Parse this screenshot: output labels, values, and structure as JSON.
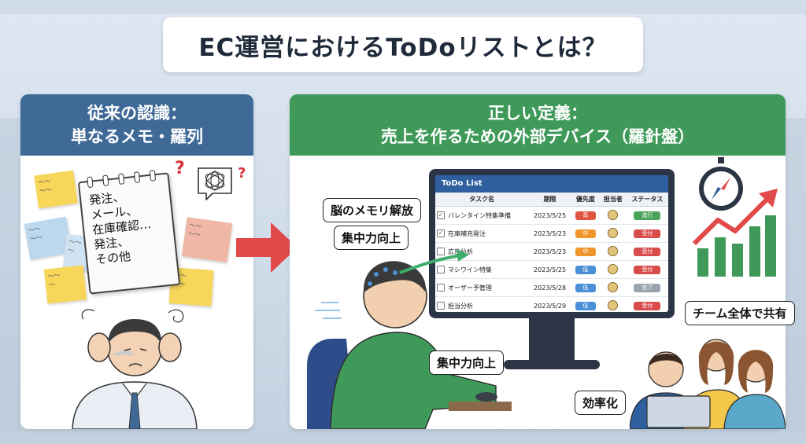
{
  "title": "EC運営におけるToDoリストとは？",
  "left_panel": {
    "heading_line1": "従来の認識：",
    "heading_line2": "単なるメモ・羅列",
    "memo_lines": [
      "発注、",
      "メール、",
      "在庫確認…",
      "発注、",
      "その他"
    ]
  },
  "right_panel": {
    "heading_line1": "正しい定義：",
    "heading_line2": "売上を作るための外部デバイス（羅針盤）",
    "callouts": {
      "memory": "脳のメモリ解放",
      "focus_top": "集中力向上",
      "focus_bottom": "集中力向上",
      "team": "チーム全体で共有",
      "efficiency": "効率化"
    },
    "todo": {
      "title": "ToDo List",
      "columns": [
        "タスク名",
        "期限",
        "優先度",
        "担当者",
        "ステータス"
      ],
      "rows": [
        {
          "task": "バレンタイン特集準備",
          "due": "2023/5/25",
          "priority": "高",
          "status": "進行",
          "checked": true,
          "pcolor": "#e0533d",
          "scolor": "#4aa35a"
        },
        {
          "task": "在庫補充発注",
          "due": "2023/5/23",
          "priority": "中",
          "status": "受付",
          "checked": true,
          "pcolor": "#f0962e",
          "scolor": "#d94c4c"
        },
        {
          "task": "広告分析",
          "due": "2023/5/23",
          "priority": "中",
          "status": "受付",
          "checked": false,
          "pcolor": "#f0962e",
          "scolor": "#d94c4c"
        },
        {
          "task": "マシワイン特集",
          "due": "2023/5/25",
          "priority": "低",
          "status": "受付",
          "checked": false,
          "pcolor": "#4b8fd6",
          "scolor": "#d94c4c"
        },
        {
          "task": "オーザー予管理",
          "due": "2023/5/28",
          "priority": "低",
          "status": "完了",
          "checked": false,
          "pcolor": "#4b8fd6",
          "scolor": "#9aa3ad"
        },
        {
          "task": "担当分析",
          "due": "2023/5/29",
          "priority": "低",
          "status": "受付",
          "checked": false,
          "pcolor": "#4b8fd6",
          "scolor": "#d94c4c"
        }
      ]
    }
  },
  "colors": {
    "left_header": "#3f6a98",
    "right_header": "#3f9a5a",
    "arrow": "#e04a4a"
  }
}
